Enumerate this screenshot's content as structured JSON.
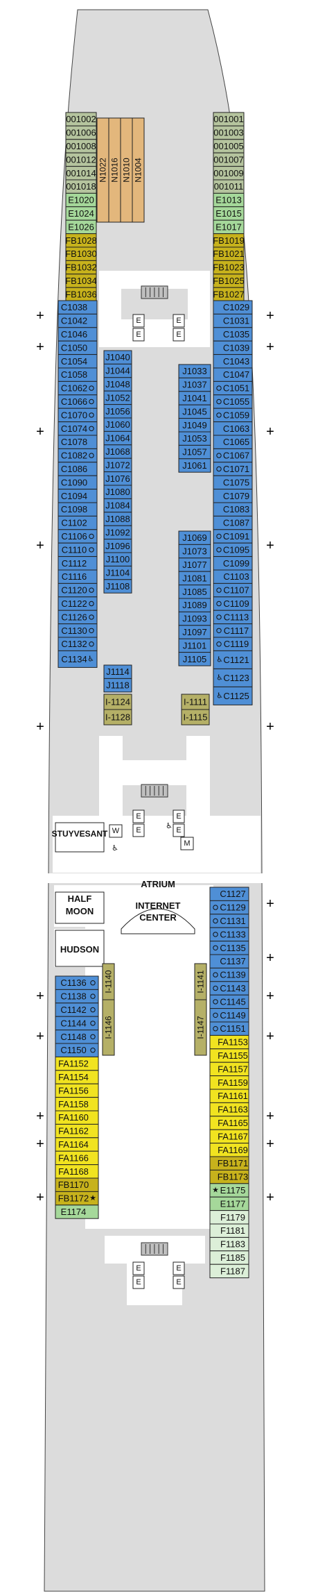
{
  "colors": {
    "hull": "#dcdcdc",
    "inner": "#ffffff",
    "blue": "#4f8fd6",
    "yellow": "#f1e320",
    "olive": "#c7b21c",
    "sage": "#b5c49e",
    "green": "#a5d89a",
    "tan": "#e3b77c",
    "khaki": "#b5b067",
    "lightgreen": "#dcefd8",
    "stair": "#bfbfbf"
  },
  "rooms": {
    "stuyvesant": "STUYVESANT",
    "half_moon": [
      "HALF",
      "MOON"
    ],
    "hudson": "HUDSON",
    "atrium": "ATRIUM",
    "internet_center": [
      "INTERNET",
      "CENTER"
    ]
  },
  "facilities": {
    "elevator": "E",
    "women": "W",
    "men": "M",
    "accessible_symbol": "♿",
    "star_symbol": "★",
    "plus_symbol": "+"
  },
  "cabins": {
    "fwd_left_outer": [
      "001002",
      "001006",
      "001008",
      "001012",
      "001014",
      "001018",
      "E1020",
      "E1024",
      "E1026",
      "FB1028",
      "FB1030",
      "FB1032",
      "FB1034",
      "FB1036"
    ],
    "fwd_left_outer_colors": [
      "sage",
      "sage",
      "sage",
      "sage",
      "sage",
      "sage",
      "green",
      "green",
      "green",
      "olive",
      "olive",
      "olive",
      "olive",
      "olive"
    ],
    "fwd_vertical": [
      "N1022",
      "N1016",
      "N1010",
      "N1004"
    ],
    "fwd_right_outer": [
      "001001",
      "001003",
      "001005",
      "001007",
      "001009",
      "001011",
      "E1013",
      "E1015",
      "E1017",
      "FB1019",
      "FB1021",
      "FB1023",
      "FB1025",
      "FB1027"
    ],
    "fwd_right_outer_colors": [
      "sage",
      "sage",
      "sage",
      "sage",
      "sage",
      "sage",
      "green",
      "green",
      "green",
      "olive",
      "olive",
      "olive",
      "olive",
      "olive"
    ],
    "left_outer": [
      "C1038",
      "C1042",
      "C1046",
      "C1050",
      "C1054",
      "C1058",
      "C1062",
      "C1066",
      "C1070",
      "C1074",
      "C1078",
      "C1082",
      "C1086",
      "C1090",
      "C1094",
      "C1098",
      "C1102",
      "C1106",
      "C1110",
      "C1112",
      "C1116",
      "C1120",
      "C1122",
      "C1126",
      "C1130",
      "C1132",
      "C1134"
    ],
    "left_inner_a": [
      "J1040",
      "J1044",
      "J1048",
      "J1052",
      "J1056",
      "J1060",
      "J1064",
      "J1068",
      "J1072",
      "J1076",
      "J1080",
      "J1084",
      "J1088",
      "J1092",
      "J1096",
      "J1100",
      "J1104",
      "J1108"
    ],
    "left_inner_b": [
      "J1114",
      "J1118"
    ],
    "left_inner_c": [
      "I-1124",
      "I-1128"
    ],
    "right_inner_a": [
      "J1033",
      "J1037",
      "J1041",
      "J1045",
      "J1049",
      "J1053",
      "J1057",
      "J1061"
    ],
    "right_inner_b": [
      "J1069",
      "J1073",
      "J1077",
      "J1081",
      "J1085",
      "J1089",
      "J1093",
      "J1097",
      "J1101",
      "J1105"
    ],
    "right_inner_c": [
      "I-1111",
      "I-1115"
    ],
    "right_outer": [
      "C1029",
      "C1031",
      "C1035",
      "C1039",
      "C1043",
      "C1047",
      "C1051",
      "C1055",
      "C1059",
      "C1063",
      "C1065",
      "C1067",
      "C1071",
      "C1075",
      "C1079",
      "C1083",
      "C1087",
      "C1091",
      "C1095",
      "C1099",
      "C1103",
      "C1107",
      "C1109",
      "C1113",
      "C1117",
      "C1119",
      "C1121",
      "C1123",
      "C1125"
    ],
    "aft_right": [
      "C1127",
      "C1129",
      "C1131",
      "C1133",
      "C1135",
      "C1137",
      "C1139",
      "C1143",
      "C1145",
      "C1149",
      "C1151",
      "FA1153",
      "FA1155",
      "FA1157",
      "FA1159",
      "FA1161",
      "FA1163",
      "FA1165",
      "FA1167",
      "FA1169",
      "FB1171",
      "FB1173",
      "E1175",
      "E1177",
      "F1179",
      "F1181",
      "F1183",
      "F1185",
      "F1187"
    ],
    "aft_right_colors": [
      "blue",
      "blue",
      "blue",
      "blue",
      "blue",
      "blue",
      "blue",
      "blue",
      "blue",
      "blue",
      "blue",
      "yellow",
      "yellow",
      "yellow",
      "yellow",
      "yellow",
      "yellow",
      "yellow",
      "yellow",
      "yellow",
      "olive",
      "olive",
      "green",
      "green",
      "lightgreen",
      "lightgreen",
      "lightgreen",
      "lightgreen",
      "lightgreen"
    ],
    "aft_left": [
      "C1136",
      "C1138",
      "C1142",
      "C1144",
      "C1148",
      "C1150",
      "FA1152",
      "FA1154",
      "FA1156",
      "FA1158",
      "FA1160",
      "FA1162",
      "FA1164",
      "FA1166",
      "FA1168",
      "FB1170",
      "FB1172",
      "E1174"
    ],
    "aft_left_colors": [
      "blue",
      "blue",
      "blue",
      "blue",
      "blue",
      "blue",
      "yellow",
      "yellow",
      "yellow",
      "yellow",
      "yellow",
      "yellow",
      "yellow",
      "yellow",
      "yellow",
      "olive",
      "olive",
      "green"
    ],
    "aft_vertical": [
      "I-1146",
      "I-1140",
      "I-1147",
      "I-1141"
    ]
  }
}
